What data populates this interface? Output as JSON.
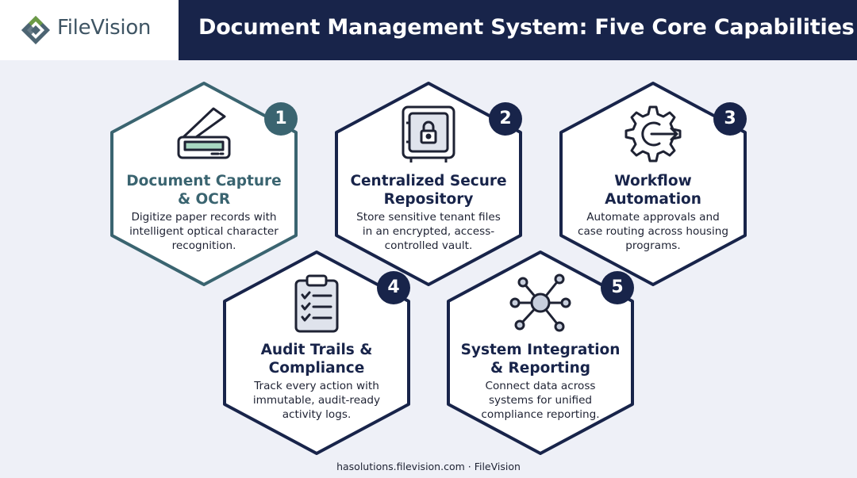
{
  "brand": {
    "name": "FileVision"
  },
  "title": "Document Management System: Five Core Capabilities",
  "footer": "hasolutions.filevision.com · FileVision",
  "colors": {
    "navy": "#18244a",
    "teal": "#3a6470",
    "background": "#eef0f7"
  },
  "capabilities": [
    {
      "number": "1",
      "title_line1": "Document Capture",
      "title_line2": "& OCR",
      "desc_line1": "Digitize paper records with",
      "desc_line2": "intelligent optical character",
      "desc_line3": "recognition.",
      "icon": "scanner-icon"
    },
    {
      "number": "2",
      "title_line1": "Centralized Secure",
      "title_line2": "Repository",
      "desc_line1": "Store sensitive tenant files",
      "desc_line2": "in an encrypted, access-",
      "desc_line3": "controlled vault.",
      "icon": "vault-lock-icon"
    },
    {
      "number": "3",
      "title_line1": "Workflow",
      "title_line2": "Automation",
      "desc_line1": "Automate approvals and",
      "desc_line2": "case routing across housing",
      "desc_line3": "programs.",
      "icon": "gear-arrow-icon"
    },
    {
      "number": "4",
      "title_line1": "Audit Trails &",
      "title_line2": "Compliance",
      "desc_line1": "Track every action with",
      "desc_line2": "immutable, audit-ready",
      "desc_line3": "activity logs.",
      "icon": "clipboard-checklist-icon"
    },
    {
      "number": "5",
      "title_line1": "System Integration",
      "title_line2": "& Reporting",
      "desc_line1": "Connect data across",
      "desc_line2": "systems for unified",
      "desc_line3": "compliance reporting.",
      "icon": "network-hub-icon"
    }
  ]
}
